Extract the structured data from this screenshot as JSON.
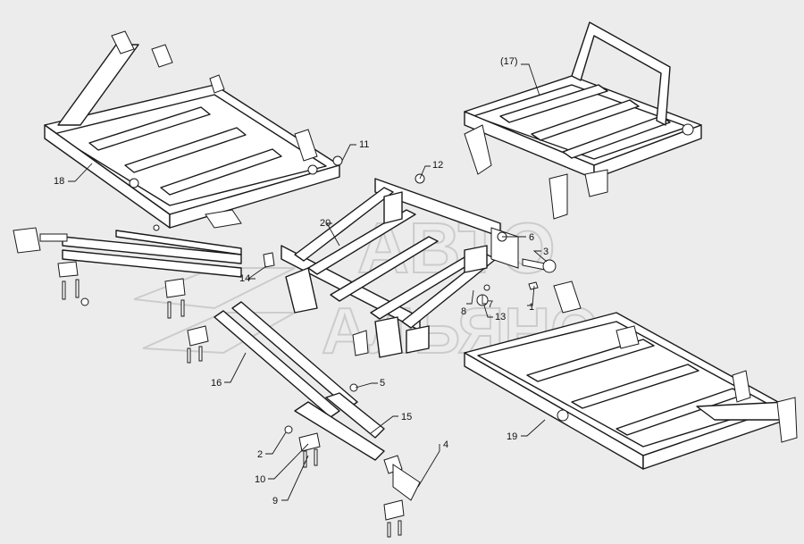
{
  "diagram": {
    "watermark": {
      "line1": "АВТО",
      "line2": "АЛЬЯНС"
    },
    "callouts": [
      {
        "id": "c-17",
        "label": "(17)"
      },
      {
        "id": "c-18",
        "label": "18"
      },
      {
        "id": "c-11",
        "label": "11"
      },
      {
        "id": "c-12",
        "label": "12"
      },
      {
        "id": "c-20",
        "label": "20"
      },
      {
        "id": "c-6",
        "label": "6"
      },
      {
        "id": "c-3",
        "label": "3"
      },
      {
        "id": "c-14",
        "label": "14"
      },
      {
        "id": "c-7",
        "label": "7"
      },
      {
        "id": "c-8",
        "label": "8"
      },
      {
        "id": "c-13",
        "label": "13"
      },
      {
        "id": "c-1",
        "label": "1"
      },
      {
        "id": "c-16",
        "label": "16"
      },
      {
        "id": "c-5",
        "label": "5"
      },
      {
        "id": "c-15",
        "label": "15"
      },
      {
        "id": "c-19",
        "label": "19"
      },
      {
        "id": "c-4",
        "label": "4"
      },
      {
        "id": "c-2",
        "label": "2"
      },
      {
        "id": "c-10",
        "label": "10"
      },
      {
        "id": "c-9",
        "label": "9"
      }
    ]
  }
}
